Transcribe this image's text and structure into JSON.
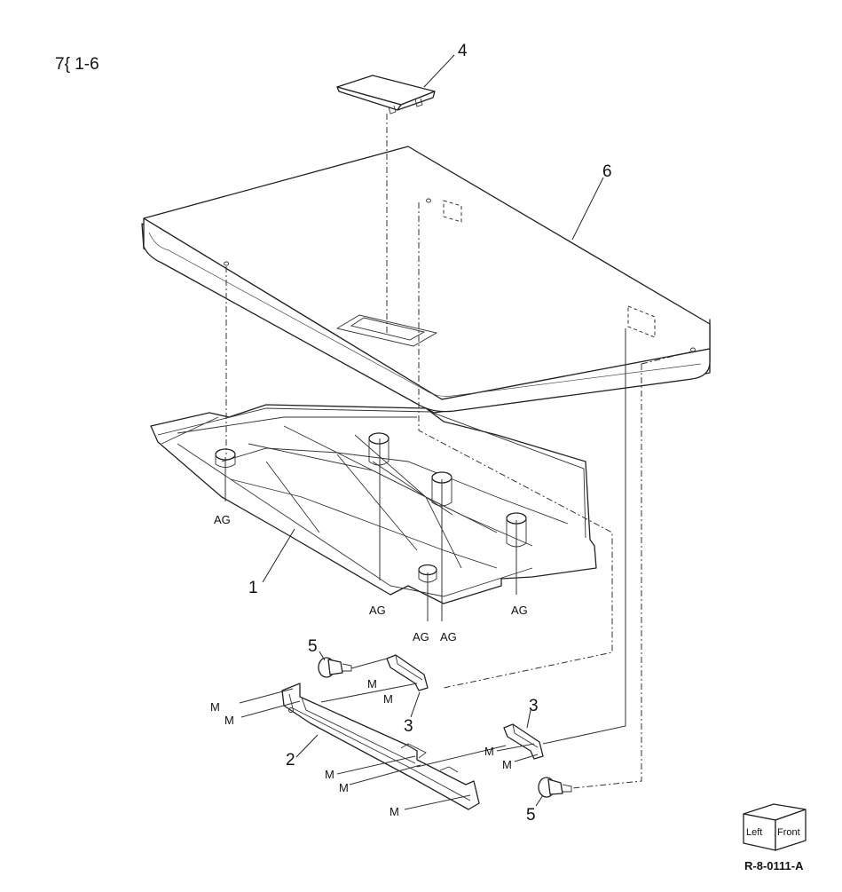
{
  "figure": {
    "title": "7{ 1-6",
    "reference_code": "R-8-0111-A"
  },
  "callouts": {
    "part_1": "1",
    "part_2": "2",
    "part_3a": "3",
    "part_3b": "3",
    "part_4": "4",
    "part_5a": "5",
    "part_5b": "5",
    "part_6": "6"
  },
  "fastener_codes": {
    "ag_left": "AG",
    "ag_center": "AG",
    "ag_bottom_1": "AG",
    "ag_bottom_2": "AG",
    "ag_right": "AG",
    "m_upper": "M",
    "m_upper_2": "M",
    "m_left_1": "M",
    "m_left_2": "M",
    "m_mid_1": "M",
    "m_mid_2": "M",
    "m_lower": "M",
    "m_right_1": "M",
    "m_right_2": "M"
  },
  "orientation_cube": {
    "left_label": "Left",
    "front_label": "Front"
  }
}
